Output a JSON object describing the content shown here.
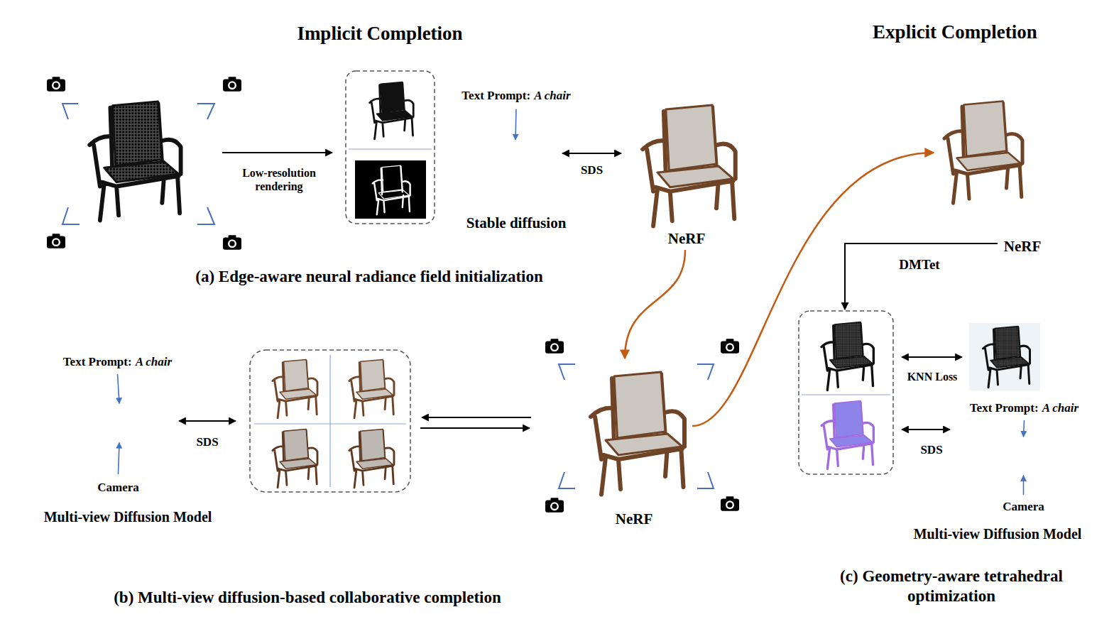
{
  "diagram": {
    "nodes": [
      {
        "text": [
          "Implicit Completion"
        ]
      },
      {
        "text": [
          "(a) Edge-aware neural radiance field initialization"
        ],
        "in": 0
      },
      {
        "text": [
          "Text Prompt:",
          "A chair"
        ],
        "in": 1
      },
      {
        "text": [
          "Stable diffusion"
        ],
        "in": 1
      },
      {
        "text": [
          "NeRF"
        ],
        "in": 1
      },
      {
        "text": [
          "(b) Multi-view diffusion-based collaborative completion"
        ],
        "in": 0
      },
      {
        "text": [
          "Text Prompt:",
          "A chair"
        ],
        "in": 5
      },
      {
        "text": [
          "Multi-view Diffusion Model"
        ],
        "in": 5
      },
      {
        "text": [
          "Camera"
        ],
        "in": 5
      },
      {
        "text": [
          "NeRF"
        ],
        "in": 5
      },
      {
        "text": [
          "Explicit Completion"
        ]
      },
      {
        "text": [
          "(c) Geometry-aware tetrahedral optimization"
        ],
        "in": 10
      },
      {
        "text": [
          "NeRF"
        ],
        "in": 11
      },
      {
        "text": [
          "Text Prompt:",
          "A chair"
        ],
        "in": 11
      },
      {
        "text": [
          "Multi-view Diffusion Model"
        ],
        "in": 11
      },
      {
        "text": [
          "Camera"
        ],
        "in": 11
      }
    ],
    "edges": [
      {
        "from": 2,
        "to": 3,
        "arrow": "to"
      },
      {
        "from": 3,
        "to": 4,
        "label": "SDS",
        "arrow": "both"
      },
      {
        "from": 4,
        "to": 9,
        "arrow": "to"
      },
      {
        "from": 6,
        "to": 7,
        "arrow": "to"
      },
      {
        "from": 8,
        "to": 7,
        "arrow": "to"
      },
      {
        "from": 9,
        "to": 12,
        "arrow": "to"
      },
      {
        "from": 13,
        "to": 14,
        "arrow": "to"
      },
      {
        "from": 15,
        "to": 14,
        "arrow": "to"
      }
    ],
    "labels": [
      "Low-resolution rendering",
      "SDS",
      "DMTet",
      "KNN Loss",
      "SDS"
    ]
  }
}
